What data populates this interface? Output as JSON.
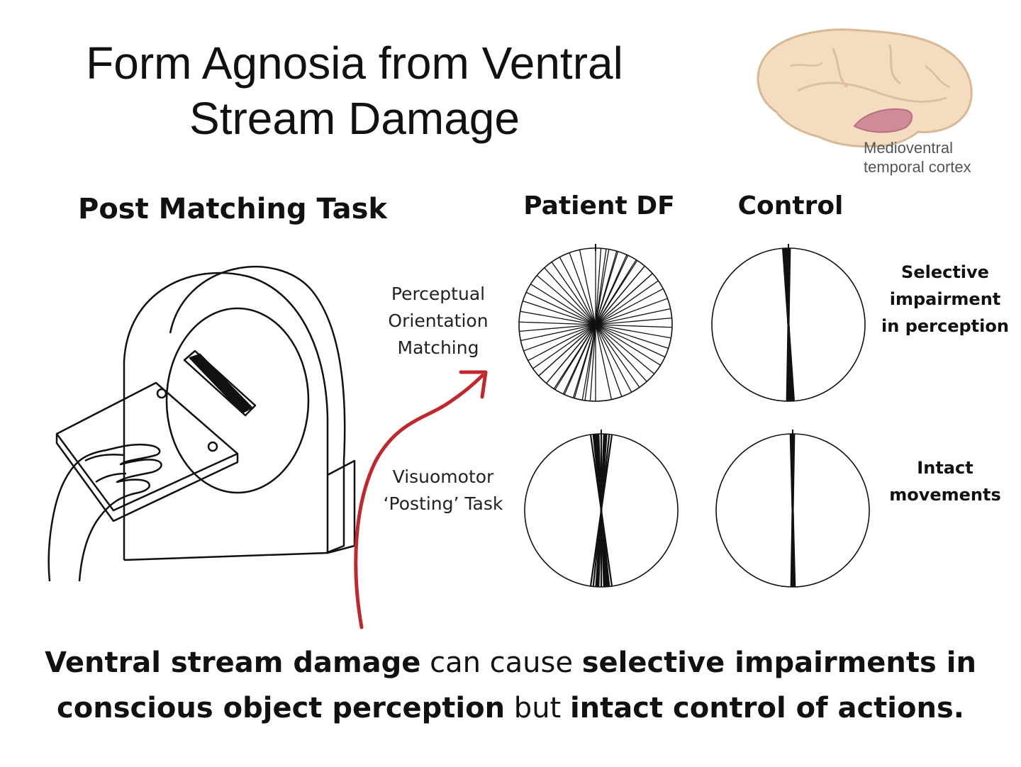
{
  "title": {
    "line1": "Form Agnosia from Ventral",
    "line2": "Stream Damage"
  },
  "brain": {
    "label_line1": "Medioventral",
    "label_line2": "temporal cortex"
  },
  "task_title": "Post Matching Task",
  "columns": {
    "patient": "Patient DF",
    "control": "Control"
  },
  "rows": {
    "perceptual": {
      "line1": "Perceptual",
      "line2": "Orientation",
      "line3": "Matching"
    },
    "visuomotor": {
      "line1": "Visuomotor",
      "line2": "‘Posting’ Task"
    }
  },
  "notes": {
    "selective": {
      "line1": "Selective",
      "line2": "impairment",
      "line3": "in perception"
    },
    "intact": {
      "line1": "Intact",
      "line2": "movements"
    }
  },
  "conclusion": {
    "p1": "Ventral stream damage",
    "p2": " can cause ",
    "p3": "selective impairments in",
    "p4": "conscious object perception",
    "p5": " but ",
    "p6": "intact control of actions."
  },
  "colors": {
    "arrow": "#c0282d",
    "brain": "#f3dcc0",
    "brain_outline": "#d9b896",
    "lesion": "#cf8b98"
  },
  "plot_data": {
    "patient_perceptual_angles_deg": [
      0,
      12,
      20,
      28,
      35,
      42,
      50,
      58,
      65,
      72,
      80,
      88,
      95,
      102,
      110,
      118,
      125,
      132,
      140,
      148,
      155,
      163,
      170,
      176,
      -8,
      -16,
      -24,
      -33,
      -40,
      -48
    ],
    "control_perceptual_angles_deg": [
      0,
      1,
      2,
      3,
      -1,
      4,
      2,
      1
    ],
    "patient_visuomotor_angles_deg": [
      0,
      2,
      4,
      6,
      8,
      -2,
      -4,
      -6,
      -8,
      3,
      -3,
      5
    ],
    "control_visuomotor_angles_deg": [
      0,
      1,
      -1,
      0.5,
      -0.5,
      1.5
    ]
  }
}
